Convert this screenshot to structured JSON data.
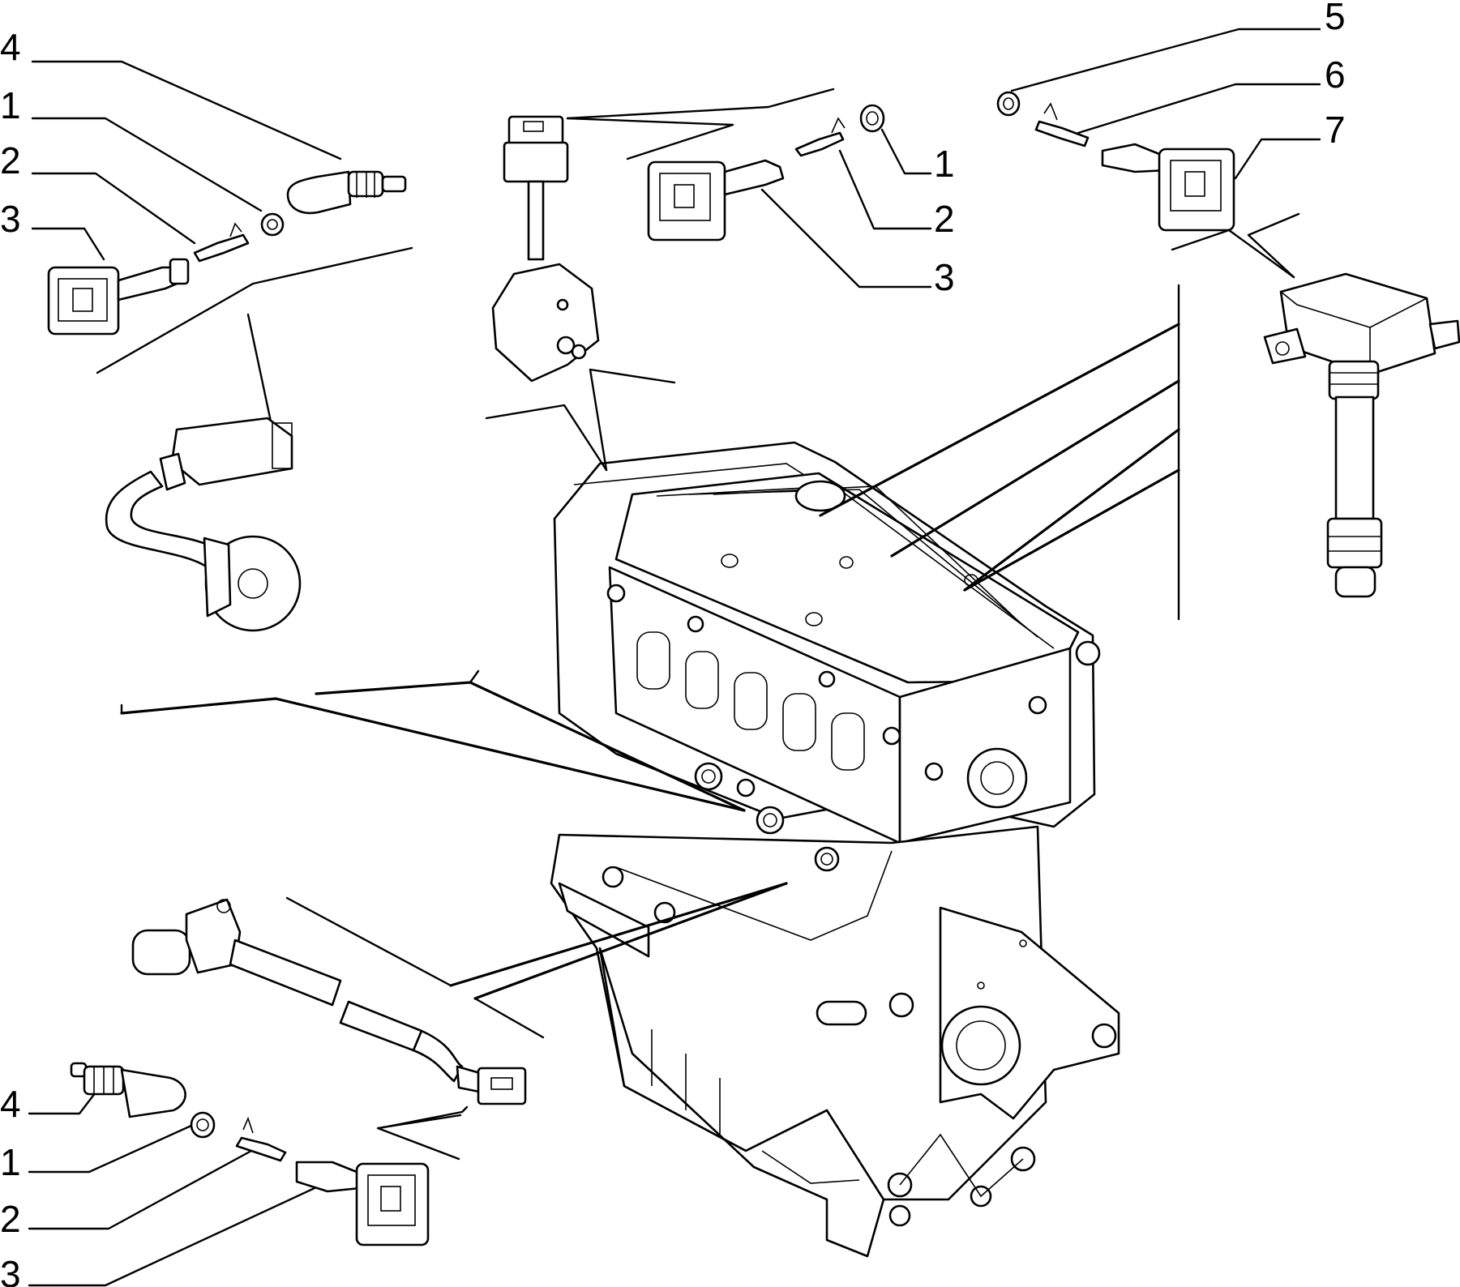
{
  "callouts": {
    "top_left": [
      "4",
      "1",
      "2",
      "3"
    ],
    "top_center": [
      "1",
      "2",
      "3"
    ],
    "top_right": [
      "5",
      "6",
      "7"
    ],
    "bottom_left": [
      "4",
      "1",
      "2",
      "3"
    ]
  }
}
